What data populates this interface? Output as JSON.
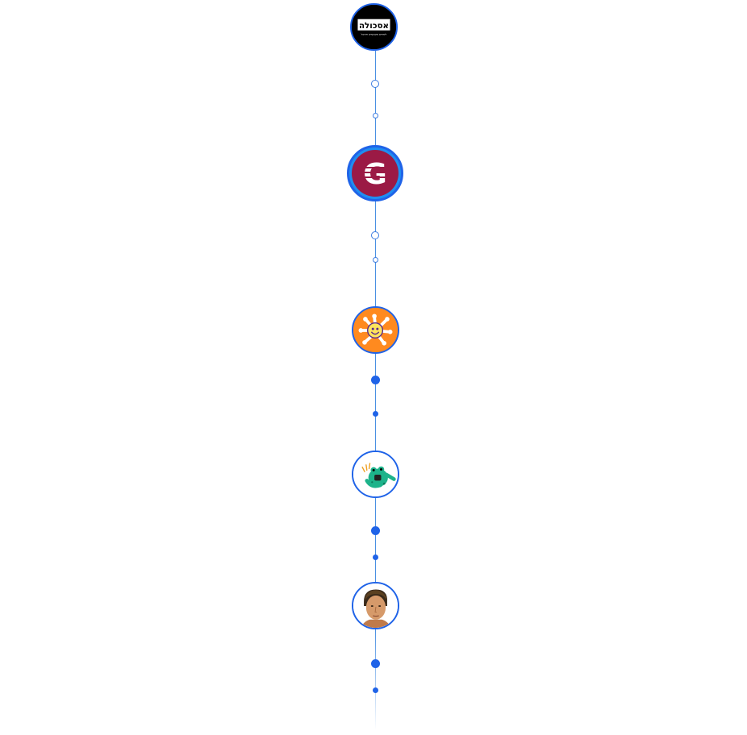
{
  "timeline": {
    "nodes": [
      {
        "id": "eshkola",
        "icon": "eshkola-logo-icon",
        "logo_text": "אסכולה",
        "logo_subtext": "לימודים מקצועיים ודיגיטל"
      },
      {
        "id": "g",
        "icon": "g-logo-icon",
        "logo_text": "G"
      },
      {
        "id": "sun",
        "icon": "sun-mascot-icon"
      },
      {
        "id": "frog",
        "icon": "frog-mascot-icon"
      },
      {
        "id": "person",
        "icon": "person-avatar-icon"
      }
    ],
    "colors": {
      "accent": "#1f63e8",
      "line": "#4a90e2",
      "g_bg": "#9b1a45",
      "sun_bg": "#ff8a1f",
      "frog": "#1db38a"
    }
  }
}
